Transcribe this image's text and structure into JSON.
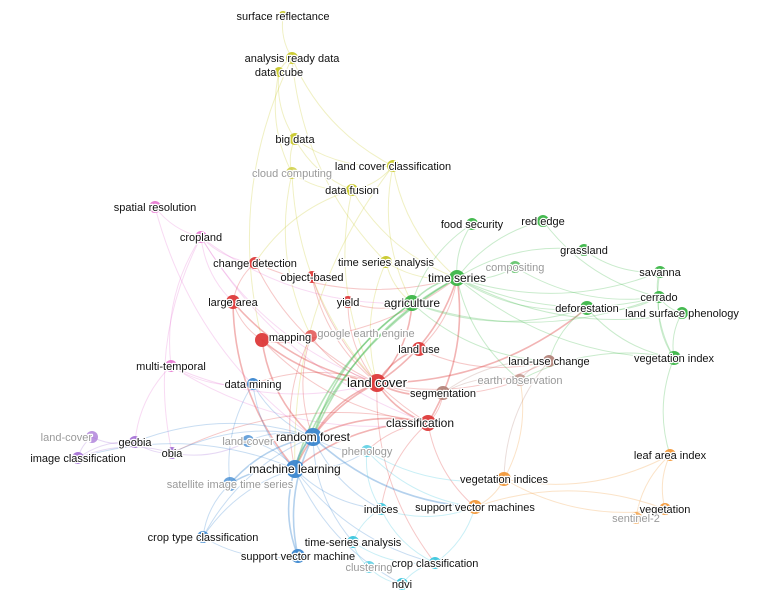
{
  "clusters": {
    "yellow": "#c8c82a",
    "red": "#dd3a3a",
    "green": "#3cb648",
    "blue": "#3a86cf",
    "purple": "#a673d6",
    "pink": "#e77ad3",
    "orange": "#f2993a",
    "cyan": "#3cc6dd",
    "brown": "#b3847a"
  },
  "nodes": [
    {
      "id": "surface-reflectance",
      "label": "surface reflectance",
      "cluster": "yellow"
    },
    {
      "id": "analysis-ready-data",
      "label": "analysis ready data",
      "cluster": "yellow"
    },
    {
      "id": "data-cube",
      "label": "data cube",
      "cluster": "yellow"
    },
    {
      "id": "big-data",
      "label": "big data",
      "cluster": "yellow"
    },
    {
      "id": "cloud-computing",
      "label": "cloud computing",
      "cluster": "yellow",
      "faded": true
    },
    {
      "id": "land-cover-classification",
      "label": "land cover classification",
      "cluster": "yellow"
    },
    {
      "id": "data-fusion",
      "label": "data fusion",
      "cluster": "yellow"
    },
    {
      "id": "time-series-analysis",
      "label": "time series analysis",
      "cluster": "yellow"
    },
    {
      "id": "spatial-resolution",
      "label": "spatial resolution",
      "cluster": "pink"
    },
    {
      "id": "cropland",
      "label": "cropland",
      "cluster": "pink"
    },
    {
      "id": "multi-temporal",
      "label": "multi-temporal",
      "cluster": "pink"
    },
    {
      "id": "change-detection",
      "label": "change detection",
      "cluster": "red"
    },
    {
      "id": "object-based",
      "label": "object-based",
      "cluster": "red"
    },
    {
      "id": "large-area",
      "label": "large area",
      "cluster": "red"
    },
    {
      "id": "yield",
      "label": "yield",
      "cluster": "red"
    },
    {
      "id": "mapping",
      "label": "mapping",
      "cluster": "red"
    },
    {
      "id": "google-earth-engine",
      "label": "google earth engine",
      "cluster": "red",
      "faded": true
    },
    {
      "id": "land-use",
      "label": "land use",
      "cluster": "red"
    },
    {
      "id": "land-cover",
      "label": "land cover",
      "cluster": "red"
    },
    {
      "id": "classification",
      "label": "classification",
      "cluster": "red"
    },
    {
      "id": "food-security",
      "label": "food security",
      "cluster": "green"
    },
    {
      "id": "red-edge",
      "label": "red edge",
      "cluster": "green"
    },
    {
      "id": "grassland",
      "label": "grassland",
      "cluster": "green"
    },
    {
      "id": "time-series",
      "label": "time series",
      "cluster": "green"
    },
    {
      "id": "compositing",
      "label": "compositing",
      "cluster": "green",
      "faded": true
    },
    {
      "id": "savanna",
      "label": "savanna",
      "cluster": "green"
    },
    {
      "id": "agriculture",
      "label": "agriculture",
      "cluster": "green"
    },
    {
      "id": "deforestation",
      "label": "deforestation",
      "cluster": "green"
    },
    {
      "id": "cerrado",
      "label": "cerrado",
      "cluster": "green"
    },
    {
      "id": "land-surface-phenology",
      "label": "land surface phenology",
      "cluster": "green"
    },
    {
      "id": "vegetation-index",
      "label": "vegetation index",
      "cluster": "green"
    },
    {
      "id": "land-use-change",
      "label": "land-use change",
      "cluster": "brown"
    },
    {
      "id": "earth-observation",
      "label": "earth observation",
      "cluster": "brown",
      "faded": true
    },
    {
      "id": "segmentation",
      "label": "segmentation",
      "cluster": "brown"
    },
    {
      "id": "data-mining",
      "label": "data mining",
      "cluster": "blue"
    },
    {
      "id": "random-forest",
      "label": "random forest",
      "cluster": "blue"
    },
    {
      "id": "land-cover-blue",
      "label": "land-cover",
      "cluster": "blue",
      "faded": true
    },
    {
      "id": "machine-learning",
      "label": "machine learning",
      "cluster": "blue"
    },
    {
      "id": "satellite-image-time-series",
      "label": "satellite image time series",
      "cluster": "blue",
      "faded": true
    },
    {
      "id": "crop-type-classification",
      "label": "crop type classification",
      "cluster": "blue"
    },
    {
      "id": "support-vector-machine",
      "label": "support vector machine",
      "cluster": "blue"
    },
    {
      "id": "land-cover-purple",
      "label": "land-cover",
      "cluster": "purple",
      "faded": true
    },
    {
      "id": "geobia",
      "label": "geobia",
      "cluster": "purple"
    },
    {
      "id": "obia",
      "label": "obia",
      "cluster": "purple"
    },
    {
      "id": "image-classification",
      "label": "image classification",
      "cluster": "purple"
    },
    {
      "id": "phenology",
      "label": "phenology",
      "cluster": "cyan",
      "faded": true
    },
    {
      "id": "indices",
      "label": "indices",
      "cluster": "cyan"
    },
    {
      "id": "time-series-analysis-2",
      "label": "time-series analysis",
      "cluster": "cyan"
    },
    {
      "id": "clustering",
      "label": "clustering",
      "cluster": "cyan",
      "faded": true
    },
    {
      "id": "crop-classification",
      "label": "crop classification",
      "cluster": "cyan"
    },
    {
      "id": "ndvi",
      "label": "ndvi",
      "cluster": "cyan"
    },
    {
      "id": "support-vector-machines",
      "label": "support vector machines",
      "cluster": "orange"
    },
    {
      "id": "vegetation-indices",
      "label": "vegetation indices",
      "cluster": "orange"
    },
    {
      "id": "leaf-area-index",
      "label": "leaf area index",
      "cluster": "orange"
    },
    {
      "id": "vegetation",
      "label": "vegetation",
      "cluster": "orange"
    },
    {
      "id": "sentinel-2",
      "label": "sentinel-2",
      "cluster": "orange",
      "faded": true
    }
  ],
  "edges": [
    [
      "surface-reflectance",
      "analysis-ready-data"
    ],
    [
      "analysis-ready-data",
      "data-cube"
    ],
    [
      "data-cube",
      "big-data"
    ],
    [
      "data-cube",
      "cloud-computing"
    ],
    [
      "analysis-ready-data",
      "land-cover-classification"
    ],
    [
      "analysis-ready-data",
      "time-series-analysis"
    ],
    [
      "analysis-ready-data",
      "mapping"
    ],
    [
      "big-data",
      "cloud-computing"
    ],
    [
      "big-data",
      "data-fusion"
    ],
    [
      "big-data",
      "land-cover-classification"
    ],
    [
      "cloud-computing",
      "data-fusion"
    ],
    [
      "cloud-computing",
      "google-earth-engine"
    ],
    [
      "cloud-computing",
      "land-cover"
    ],
    [
      "data-fusion",
      "land-cover-classification"
    ],
    [
      "data-fusion",
      "time-series"
    ],
    [
      "data-fusion",
      "land-cover"
    ],
    [
      "data-fusion",
      "change-detection"
    ],
    [
      "land-cover-classification",
      "time-series"
    ],
    [
      "land-cover-classification",
      "agriculture"
    ],
    [
      "land-cover-classification",
      "machine-learning"
    ],
    [
      "time-series-analysis",
      "agriculture"
    ],
    [
      "time-series-analysis",
      "land-cover"
    ],
    [
      "time-series-analysis",
      "time-series"
    ],
    [
      "spatial-resolution",
      "cropland"
    ],
    [
      "spatial-resolution",
      "random-forest"
    ],
    [
      "cropland",
      "large-area"
    ],
    [
      "cropland",
      "change-detection"
    ],
    [
      "cropland",
      "multi-temporal"
    ],
    [
      "cropland",
      "land-cover"
    ],
    [
      "cropland",
      "classification"
    ],
    [
      "cropland",
      "obia"
    ],
    [
      "cropland",
      "agriculture"
    ],
    [
      "multi-temporal",
      "data-mining"
    ],
    [
      "multi-temporal",
      "geobia"
    ],
    [
      "multi-temporal",
      "classification"
    ],
    [
      "multi-temporal",
      "land-cover"
    ],
    [
      "change-detection",
      "land-cover"
    ],
    [
      "change-detection",
      "large-area"
    ],
    [
      "change-detection",
      "time-series"
    ],
    [
      "object-based",
      "land-cover"
    ],
    [
      "object-based",
      "classification"
    ],
    [
      "large-area",
      "mapping"
    ],
    [
      "large-area",
      "land-cover"
    ],
    [
      "large-area",
      "machine-learning"
    ],
    [
      "yield",
      "agriculture"
    ],
    [
      "yield",
      "land-cover"
    ],
    [
      "mapping",
      "google-earth-engine"
    ],
    [
      "mapping",
      "land-cover"
    ],
    [
      "mapping",
      "classification"
    ],
    [
      "mapping",
      "random-forest"
    ],
    [
      "mapping",
      "time-series"
    ],
    [
      "google-earth-engine",
      "land-cover"
    ],
    [
      "google-earth-engine",
      "machine-learning"
    ],
    [
      "google-earth-engine",
      "random-forest"
    ],
    [
      "land-use",
      "land-cover"
    ],
    [
      "land-use",
      "land-use-change"
    ],
    [
      "land-use",
      "time-series"
    ],
    [
      "land-cover",
      "classification"
    ],
    [
      "land-cover",
      "random-forest"
    ],
    [
      "land-cover",
      "machine-learning"
    ],
    [
      "land-cover",
      "segmentation"
    ],
    [
      "land-cover",
      "time-series"
    ],
    [
      "land-cover",
      "agriculture"
    ],
    [
      "land-cover",
      "data-mining"
    ],
    [
      "land-cover",
      "earth-observation"
    ],
    [
      "land-cover",
      "deforestation"
    ],
    [
      "land-cover",
      "land-use-change"
    ],
    [
      "land-cover",
      "crop-classification"
    ],
    [
      "classification",
      "random-forest"
    ],
    [
      "classification",
      "machine-learning"
    ],
    [
      "classification",
      "time-series"
    ],
    [
      "classification",
      "segmentation"
    ],
    [
      "classification",
      "support-vector-machines"
    ],
    [
      "classification",
      "phenology"
    ],
    [
      "classification",
      "obia"
    ],
    [
      "classification",
      "indices"
    ],
    [
      "food-security",
      "time-series"
    ],
    [
      "food-security",
      "agriculture"
    ],
    [
      "red-edge",
      "time-series"
    ],
    [
      "red-edge",
      "cerrado"
    ],
    [
      "grassland",
      "time-series"
    ],
    [
      "grassland",
      "savanna"
    ],
    [
      "time-series",
      "agriculture"
    ],
    [
      "time-series",
      "compositing"
    ],
    [
      "time-series",
      "savanna"
    ],
    [
      "time-series",
      "cerrado"
    ],
    [
      "time-series",
      "deforestation"
    ],
    [
      "time-series",
      "land-surface-phenology"
    ],
    [
      "time-series",
      "vegetation-index"
    ],
    [
      "time-series",
      "machine-learning"
    ],
    [
      "time-series",
      "random-forest"
    ],
    [
      "time-series",
      "earth-observation"
    ],
    [
      "agriculture",
      "deforestation"
    ],
    [
      "agriculture",
      "cerrado"
    ],
    [
      "agriculture",
      "random-forest"
    ],
    [
      "agriculture",
      "machine-learning"
    ],
    [
      "agriculture",
      "land-use-change"
    ],
    [
      "compositing",
      "cerrado"
    ],
    [
      "savanna",
      "cerrado"
    ],
    [
      "savanna",
      "vegetation-index"
    ],
    [
      "deforestation",
      "cerrado"
    ],
    [
      "deforestation",
      "land-use-change"
    ],
    [
      "deforestation",
      "vegetation-index"
    ],
    [
      "cerrado",
      "land-surface-phenology"
    ],
    [
      "cerrado",
      "vegetation-index"
    ],
    [
      "land-surface-phenology",
      "vegetation-index"
    ],
    [
      "vegetation-index",
      "leaf-area-index"
    ],
    [
      "vegetation-index",
      "earth-observation"
    ],
    [
      "land-use-change",
      "earth-observation"
    ],
    [
      "land-use-change",
      "segmentation"
    ],
    [
      "land-use-change",
      "vegetation-indices"
    ],
    [
      "earth-observation",
      "segmentation"
    ],
    [
      "data-mining",
      "random-forest"
    ],
    [
      "data-mining",
      "machine-learning"
    ],
    [
      "data-mining",
      "satellite-image-time-series"
    ],
    [
      "random-forest",
      "machine-learning"
    ],
    [
      "random-forest",
      "land-cover-blue"
    ],
    [
      "random-forest",
      "satellite-image-time-series"
    ],
    [
      "random-forest",
      "crop-type-classification"
    ],
    [
      "random-forest",
      "support-vector-machine"
    ],
    [
      "random-forest",
      "phenology"
    ],
    [
      "random-forest",
      "geobia"
    ],
    [
      "random-forest",
      "obia"
    ],
    [
      "random-forest",
      "indices"
    ],
    [
      "random-forest",
      "time-series-analysis-2"
    ],
    [
      "random-forest",
      "support-vector-machines"
    ],
    [
      "machine-learning",
      "land-cover-blue"
    ],
    [
      "machine-learning",
      "satellite-image-time-series"
    ],
    [
      "machine-learning",
      "crop-type-classification"
    ],
    [
      "machine-learning",
      "support-vector-machine"
    ],
    [
      "machine-learning",
      "phenology"
    ],
    [
      "machine-learning",
      "indices"
    ],
    [
      "machine-learning",
      "crop-classification"
    ],
    [
      "machine-learning",
      "ndvi"
    ],
    [
      "machine-learning",
      "image-classification"
    ],
    [
      "satellite-image-time-series",
      "crop-type-classification"
    ],
    [
      "crop-type-classification",
      "support-vector-machine"
    ],
    [
      "land-cover-purple",
      "geobia"
    ],
    [
      "land-cover-purple",
      "image-classification"
    ],
    [
      "geobia",
      "obia"
    ],
    [
      "geobia",
      "image-classification"
    ],
    [
      "obia",
      "image-classification"
    ],
    [
      "obia",
      "land-cover-blue"
    ],
    [
      "phenology",
      "indices"
    ],
    [
      "phenology",
      "vegetation-indices"
    ],
    [
      "phenology",
      "support-vector-machines"
    ],
    [
      "indices",
      "time-series-analysis-2"
    ],
    [
      "indices",
      "crop-classification"
    ],
    [
      "indices",
      "support-vector-machines"
    ],
    [
      "time-series-analysis-2",
      "clustering"
    ],
    [
      "time-series-analysis-2",
      "crop-classification"
    ],
    [
      "crop-classification",
      "ndvi"
    ],
    [
      "crop-classification",
      "support-vector-machines"
    ],
    [
      "clustering",
      "ndvi"
    ],
    [
      "support-vector-machines",
      "vegetation-indices"
    ],
    [
      "vegetation-indices",
      "leaf-area-index"
    ],
    [
      "vegetation-indices",
      "vegetation"
    ],
    [
      "vegetation-indices",
      "earth-observation"
    ],
    [
      "leaf-area-index",
      "vegetation"
    ],
    [
      "leaf-area-index",
      "sentinel-2"
    ],
    [
      "vegetation",
      "sentinel-2"
    ],
    [
      "vegetation",
      "support-vector-machines"
    ]
  ]
}
